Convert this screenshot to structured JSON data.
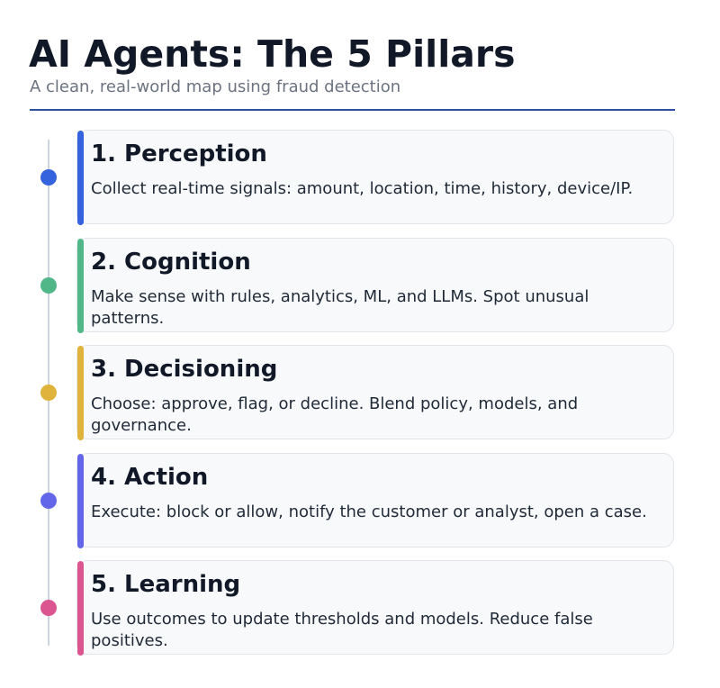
{
  "title": "AI Agents: The 5 Pillars",
  "subtitle": "A clean, real-world map using fraud detection",
  "pillars": [
    {
      "title": "1. Perception",
      "text": "Collect real-time signals: amount, location, time, history, device/IP.",
      "color": "#3563de"
    },
    {
      "title": "2. Cognition",
      "text": "Make sense with rules, analytics, ML, and LLMs. Spot unusual patterns.",
      "color": "#52b788"
    },
    {
      "title": "3. Decisioning",
      "text": "Choose: approve, flag, or decline. Blend policy, models, and governance.",
      "color": "#e0b43c"
    },
    {
      "title": "4. Action",
      "text": "Execute: block or allow, notify the customer or analyst, open a case.",
      "color": "#6366e8"
    },
    {
      "title": "5. Learning",
      "text": "Use outcomes to update thresholds and models. Reduce false positives.",
      "color": "#db5591"
    }
  ]
}
